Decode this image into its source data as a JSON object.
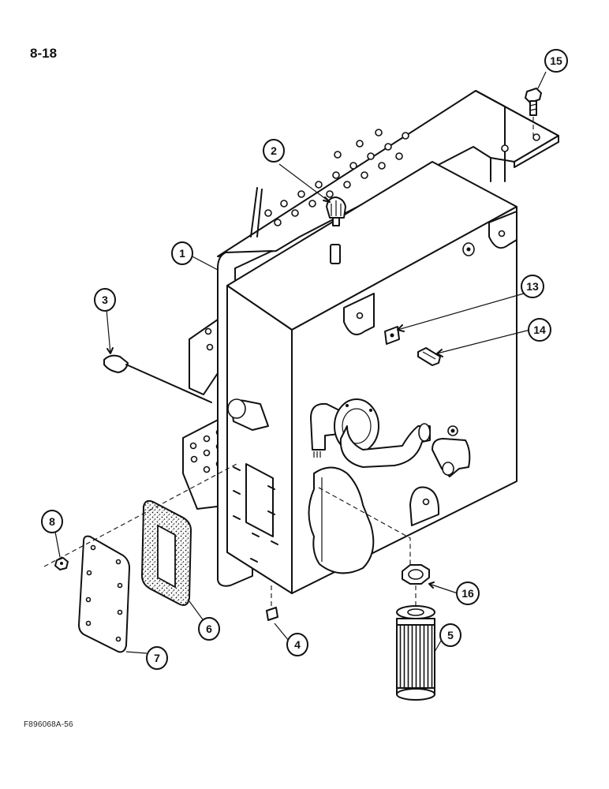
{
  "page": {
    "page_number": "8-18",
    "figure_code": "F896068A-56"
  },
  "callouts": [
    {
      "id": "c1",
      "label": "1"
    },
    {
      "id": "c2",
      "label": "2"
    },
    {
      "id": "c3",
      "label": "3"
    },
    {
      "id": "c4",
      "label": "4"
    },
    {
      "id": "c5",
      "label": "5"
    },
    {
      "id": "c6",
      "label": "6"
    },
    {
      "id": "c7",
      "label": "7"
    },
    {
      "id": "c8",
      "label": "8"
    },
    {
      "id": "c13",
      "label": "13"
    },
    {
      "id": "c14",
      "label": "14"
    },
    {
      "id": "c15",
      "label": "15"
    },
    {
      "id": "c16",
      "label": "16"
    }
  ],
  "colors": {
    "ink": "#111111",
    "paper": "#ffffff",
    "gasket_fill": "#d8d8d8"
  }
}
